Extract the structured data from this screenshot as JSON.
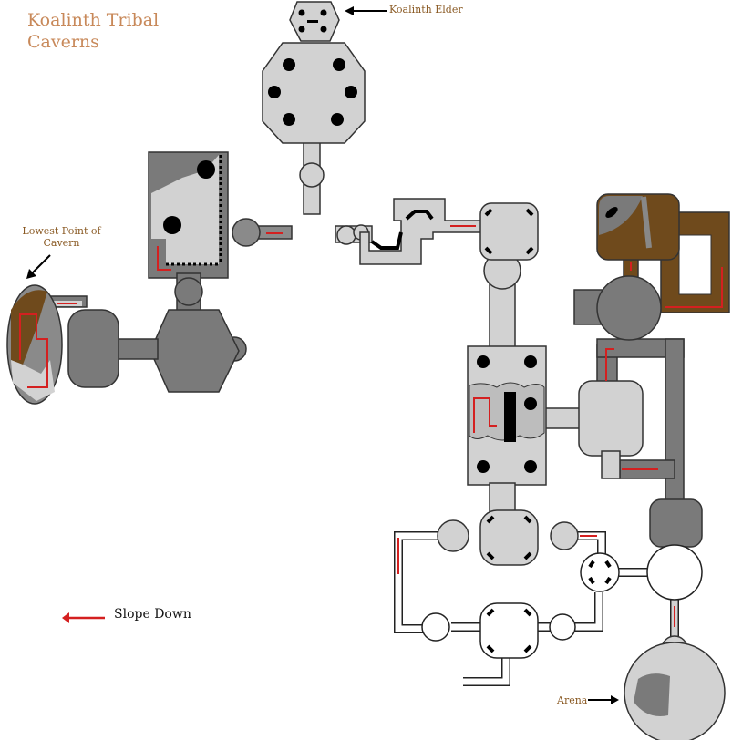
{
  "map": {
    "title_line1": "Koalinth Tribal",
    "title_line2": "Caverns",
    "labels": {
      "elder": "Koalinth Elder",
      "lowest_line1": "Lowest Point of",
      "lowest_line2": "Cavern",
      "arena": "Arena"
    },
    "legend": {
      "slope_down": "Slope Down"
    },
    "colors": {
      "title": "#c8895a",
      "label": "#8a5a24",
      "slope_arrow": "#d42020",
      "floor_light": "#d2d2d2",
      "floor_dark": "#7a7a7a",
      "mud": "#6f4a1c"
    }
  }
}
